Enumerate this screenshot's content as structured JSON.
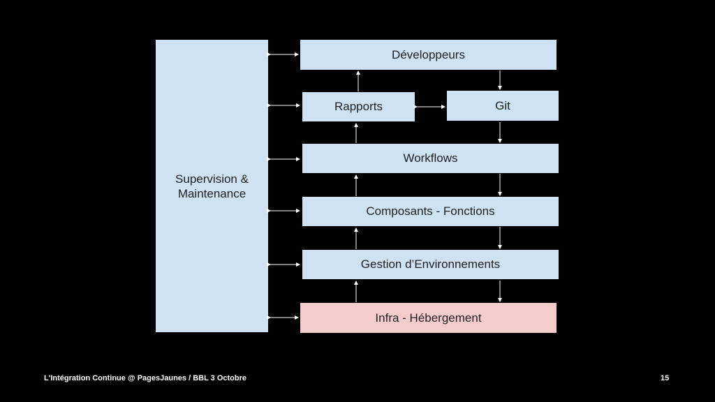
{
  "diagram": {
    "supervision": "Supervision &\nMaintenance",
    "developpeurs": "Développeurs",
    "rapports": "Rapports",
    "git": "Git",
    "workflows": "Workflows",
    "composants": "Composants - Fonctions",
    "gestion": "Gestion d’Environnements",
    "infra": "Infra - Hébergement"
  },
  "colors": {
    "box_blue": "#cfe2f3",
    "box_pink": "#f4cccc",
    "background": "#000000",
    "arrow": "#ffffff"
  },
  "footer": {
    "title": "L'Intégration Continue @ PagesJaunes / BBL 3 Octobre",
    "page_number": "15"
  }
}
